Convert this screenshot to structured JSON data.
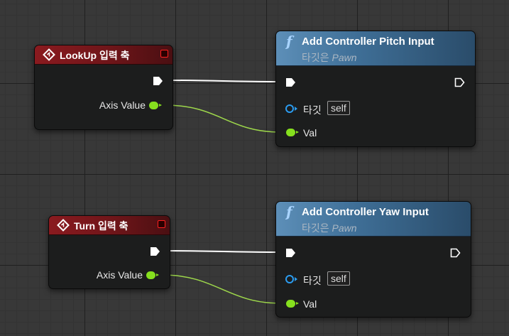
{
  "colors": {
    "event_header": "#8a1a1f",
    "function_header": "#4a7aa3",
    "float_pin": "#86e01e",
    "object_pin": "#2b9cf0",
    "exec_wire": "#ffffff",
    "float_wire": "#9ed84b",
    "delegate_pin": "#ff2020"
  },
  "icons": {
    "event": "event-diamond-icon",
    "function": "function-f-icon",
    "exec": "exec-arrow-icon",
    "delegate": "delegate-square-icon"
  },
  "nodes": {
    "lookup_event": {
      "title": "LookUp 입력 축",
      "axis_label": "Axis Value"
    },
    "turn_event": {
      "title": "Turn 입력 축",
      "axis_label": "Axis Value"
    },
    "pitch_function": {
      "function_symbol": "f",
      "title": "Add Controller Pitch Input",
      "target_label": "타깃은",
      "target_class": "Pawn",
      "target_pin_label": "타깃",
      "self_value": "self",
      "val_label": "Val"
    },
    "yaw_function": {
      "function_symbol": "f",
      "title": "Add Controller Yaw Input",
      "target_label": "타깃은",
      "target_class": "Pawn",
      "target_pin_label": "타깃",
      "self_value": "self",
      "val_label": "Val"
    }
  }
}
